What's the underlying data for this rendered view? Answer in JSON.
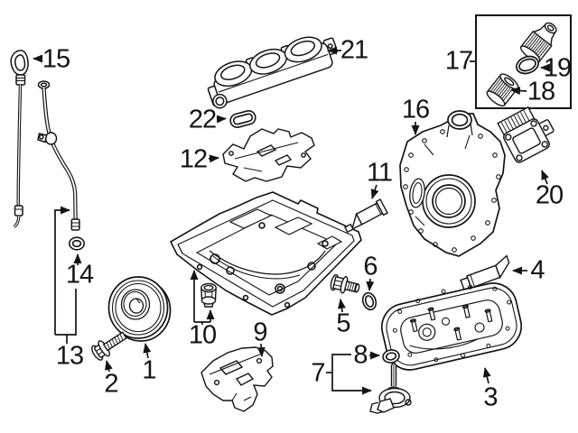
{
  "diagram": {
    "background_color": "#ffffff",
    "line_color": "#141414",
    "kit_box_border_color": "#141414",
    "callouts": [
      {
        "number": "1"
      },
      {
        "number": "2"
      },
      {
        "number": "3"
      },
      {
        "number": "4"
      },
      {
        "number": "5"
      },
      {
        "number": "6"
      },
      {
        "number": "7"
      },
      {
        "number": "8"
      },
      {
        "number": "9"
      },
      {
        "number": "10"
      },
      {
        "number": "11"
      },
      {
        "number": "12"
      },
      {
        "number": "13"
      },
      {
        "number": "14"
      },
      {
        "number": "15"
      },
      {
        "number": "16"
      },
      {
        "number": "17"
      },
      {
        "number": "18"
      },
      {
        "number": "19"
      },
      {
        "number": "20"
      },
      {
        "number": "21"
      },
      {
        "number": "22"
      }
    ]
  }
}
